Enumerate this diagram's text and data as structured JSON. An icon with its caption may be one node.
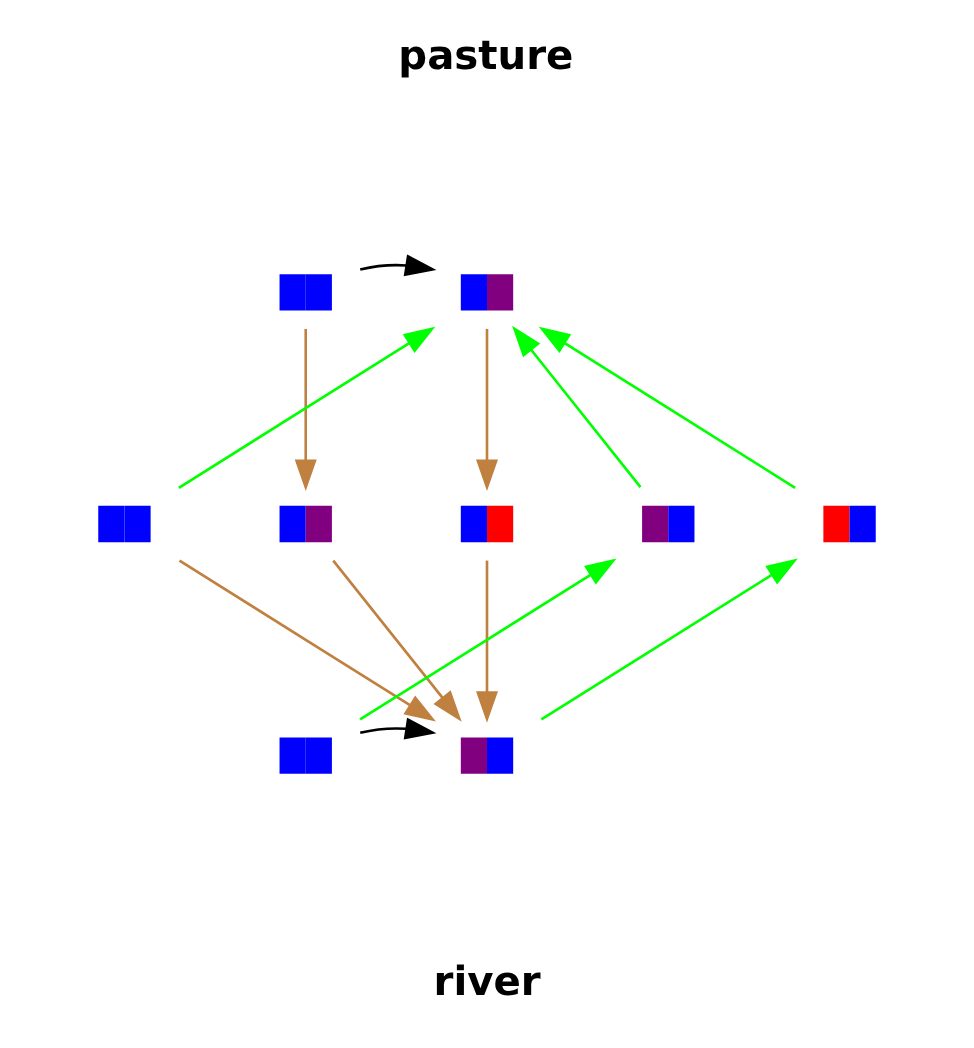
{
  "diagram": {
    "nodes": [
      {
        "text": [],
        "shape": "box"
      },
      {
        "text": [],
        "shape": "box"
      },
      {
        "text": [],
        "shape": "box"
      },
      {
        "text": [],
        "shape": "box"
      },
      {
        "text": [],
        "shape": "box"
      },
      {
        "text": [],
        "shape": "box"
      },
      {
        "text": [],
        "shape": "box"
      },
      {
        "text": [],
        "shape": "box"
      },
      {
        "text": [],
        "shape": "box"
      }
    ],
    "edges": [
      {
        "from": 0,
        "to": 1,
        "arrow": "to",
        "color": "#000000"
      },
      {
        "from": 0,
        "to": 3,
        "arrow": "to",
        "color": "#bf8040"
      },
      {
        "from": 1,
        "to": 4,
        "arrow": "to",
        "color": "#bf8040"
      },
      {
        "from": 2,
        "to": 1,
        "arrow": "to",
        "color": "#00ff00"
      },
      {
        "from": 5,
        "to": 1,
        "arrow": "to",
        "color": "#00ff00"
      },
      {
        "from": 6,
        "to": 1,
        "arrow": "to",
        "color": "#00ff00"
      },
      {
        "from": 7,
        "to": 5,
        "arrow": "to",
        "color": "#00ff00"
      },
      {
        "from": 8,
        "to": 6,
        "arrow": "to",
        "color": "#00ff00"
      },
      {
        "from": 2,
        "to": 8,
        "arrow": "to",
        "color": "#bf8040"
      },
      {
        "from": 3,
        "to": 8,
        "arrow": "to",
        "color": "#bf8040"
      },
      {
        "from": 4,
        "to": 8,
        "arrow": "to",
        "color": "#bf8040"
      },
      {
        "from": 7,
        "to": 8,
        "arrow": "to",
        "color": "#000000"
      }
    ],
    "labels": [
      "pasture",
      "river"
    ]
  }
}
